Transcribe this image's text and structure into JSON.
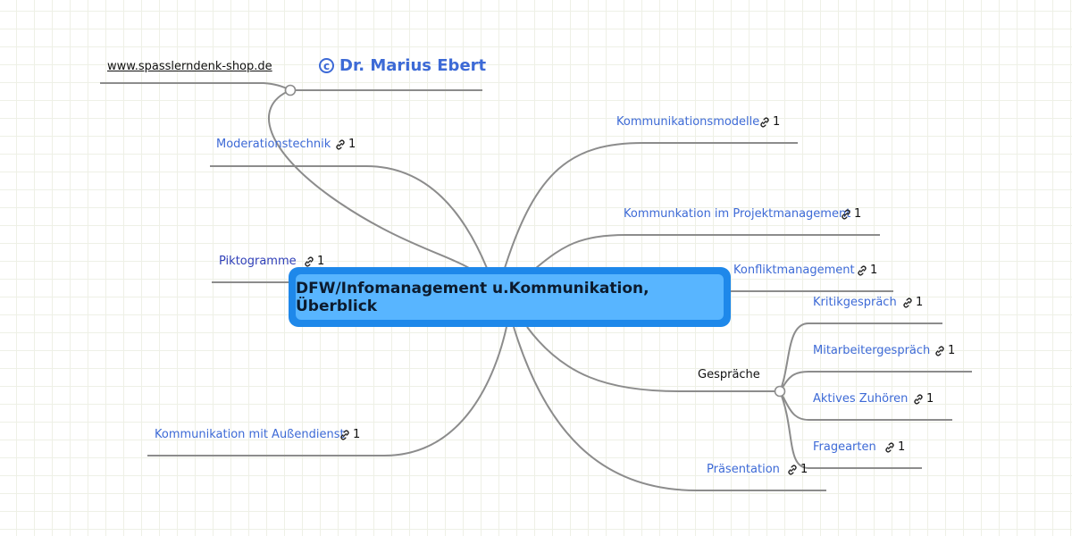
{
  "central_topic": "DFW/Infomanagement u.Kommunikation, Überblick",
  "credit": {
    "symbol": "c",
    "text": "Dr. Marius Ebert"
  },
  "weblink": "www.spasslerndenk-shop.de",
  "link_icon": "link-icon",
  "colors": {
    "accent": "#3d6ad6",
    "central_outer": "#1e88ea",
    "central_inner": "#58b5ff",
    "line": "#8c8c8c"
  },
  "topics": [
    {
      "id": "moderationstechnik",
      "label": "Moderationstechnik",
      "count": "1"
    },
    {
      "id": "piktogramme",
      "label": "Piktogramme",
      "count": "1"
    },
    {
      "id": "aussendienst",
      "label": "Kommunikation mit Außendienst",
      "count": "1"
    },
    {
      "id": "kommunikationsmodelle",
      "label": "Kommunikationsmodelle",
      "count": "1"
    },
    {
      "id": "projektmanagement",
      "label": "Kommunkation im Projektmanagement",
      "count": "1"
    },
    {
      "id": "konfliktmanagement",
      "label": "Konfliktmanagement",
      "count": "1"
    },
    {
      "id": "gespraeche",
      "label": "Gespräche"
    },
    {
      "id": "praesentation",
      "label": "Präsentation",
      "count": "1"
    }
  ],
  "subtopics": [
    {
      "id": "kritikgespraech",
      "label": "Kritikgespräch",
      "count": "1"
    },
    {
      "id": "mitarbeitergespraech",
      "label": "Mitarbeitergespräch",
      "count": "1"
    },
    {
      "id": "aktives-zuhoeren",
      "label": "Aktives Zuhören",
      "count": "1"
    },
    {
      "id": "fragearten",
      "label": "Fragearten",
      "count": "1"
    }
  ]
}
